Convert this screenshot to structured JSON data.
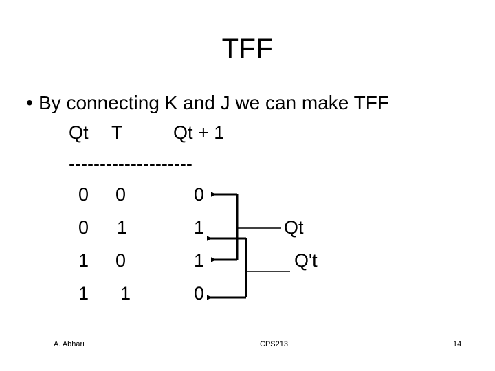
{
  "slide": {
    "title": "TFF",
    "bullet": {
      "marker": "•",
      "text": "By connecting K and J we can make TFF"
    },
    "table": {
      "headers": {
        "col0": "Qt",
        "col1": "T",
        "col2": "Qt + 1"
      },
      "divider": "--------------------",
      "rows": [
        {
          "qt": "0",
          "t": "0",
          "qt_next": "0"
        },
        {
          "qt": "0",
          "t": "1",
          "qt_next": "1"
        },
        {
          "qt": "1",
          "t": "0",
          "qt_next": "1"
        },
        {
          "qt": "1",
          "t": "1",
          "qt_next": "0"
        }
      ]
    },
    "signals": {
      "qt_label": "Qt",
      "qt_not_label": "Q't"
    },
    "wiring": {
      "description": "feedback-arrows-from-Qt-and-Q-not-t-to-next-state-column",
      "stroke_color": "#000000"
    }
  },
  "footer": {
    "author": "A. Abhari",
    "course": "CPS213",
    "page_number": "14"
  },
  "colors": {
    "background": "#ffffff",
    "text": "#000000"
  }
}
